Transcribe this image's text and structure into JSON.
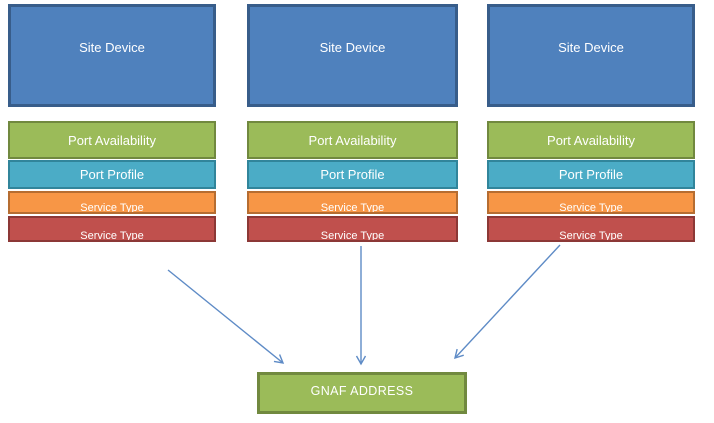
{
  "columns": [
    {
      "device": "Site Device",
      "port_availability": "Port Availability",
      "port_profile": "Port Profile",
      "service_type_1": "Service Type",
      "service_type_2": "Service Type"
    },
    {
      "device": "Site Device",
      "port_availability": "Port Availability",
      "port_profile": "Port Profile",
      "service_type_1": "Service Type",
      "service_type_2": "Service Type"
    },
    {
      "device": "Site Device",
      "port_availability": "Port Availability",
      "port_profile": "Port Profile",
      "service_type_1": "Service Type",
      "service_type_2": "Service Type"
    }
  ],
  "target": {
    "label": "GNAF ADDRESS"
  },
  "colors": {
    "device-fill": "#4f81bd",
    "device-border": "#385d8a",
    "availability-fill": "#9bbb59",
    "availability-border": "#71893f",
    "profile-fill": "#4bacc6",
    "profile-border": "#31859b",
    "service1-fill": "#f79646",
    "service1-border": "#b66d31",
    "service2-fill": "#c0504d",
    "service2-border": "#8c3836",
    "gnaf-fill": "#9bbb59",
    "gnaf-border": "#71893f",
    "arrow": "#5e8bc6",
    "label-text": "#ffffff"
  }
}
